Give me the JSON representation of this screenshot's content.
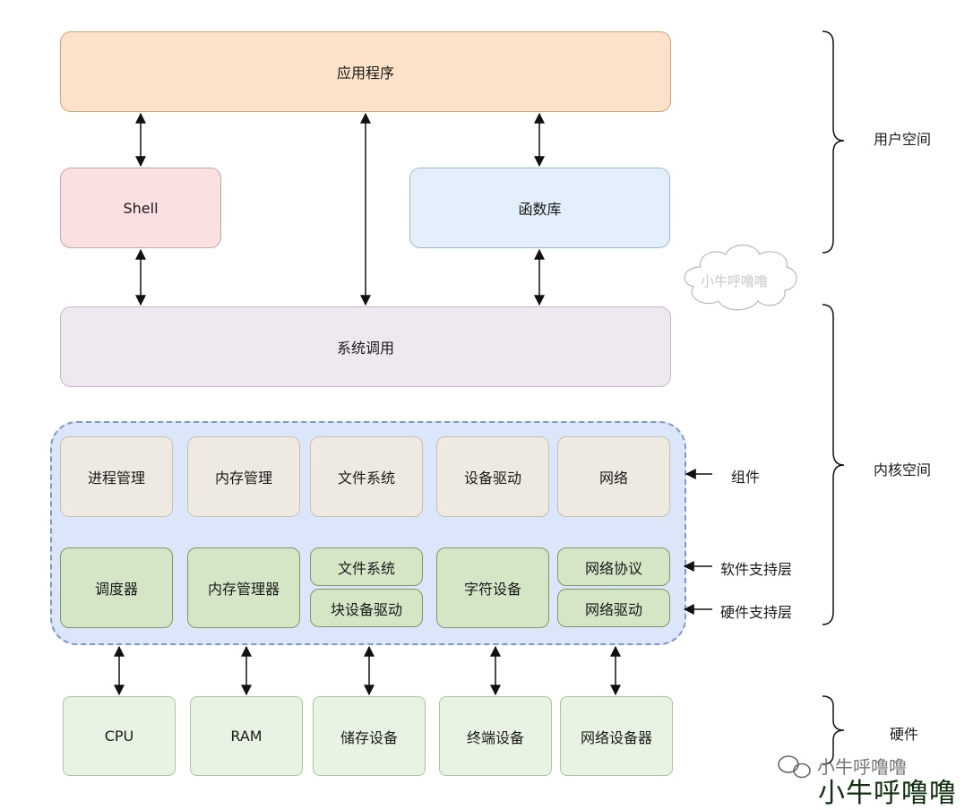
{
  "user_space": {
    "app": "应用程序",
    "shell": "Shell",
    "lib": "函数库",
    "syscall": "系统调用"
  },
  "components": [
    "进程管理",
    "内存管理",
    "文件系统",
    "设备驱动",
    "网络"
  ],
  "support": {
    "scheduler": "调度器",
    "mem_manager": "内存管理器",
    "fs": "文件系统",
    "block_driver": "块设备驱动",
    "char_device": "字符设备",
    "net_protocol": "网络协议",
    "net_driver": "网络驱动"
  },
  "hardware": [
    "CPU",
    "RAM",
    "储存设备",
    "终端设备",
    "网络设备器"
  ],
  "side_labels": {
    "components": "组件",
    "software_support": "软件支持层",
    "hardware_support": "硬件支持层"
  },
  "brackets": {
    "user_space": "用户空间",
    "kernel_space": "内核空间",
    "hardware": "硬件"
  },
  "watermarks": {
    "cloud": "小牛呼噜噜",
    "wechat": "小牛呼噜噜",
    "signature": "小牛呼噜噜"
  }
}
